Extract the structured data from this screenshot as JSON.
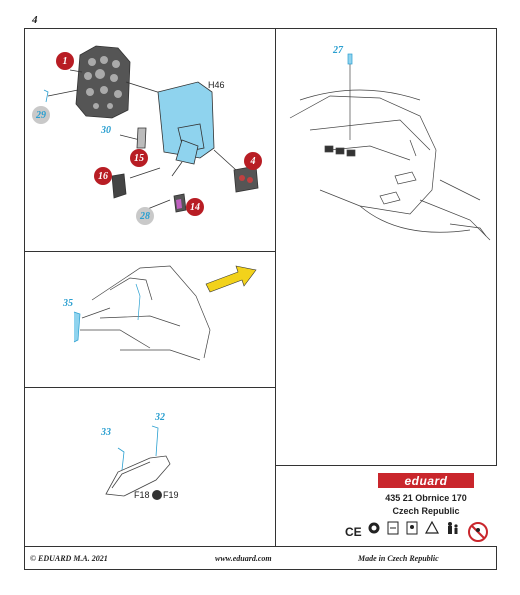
{
  "page": {
    "number": "4"
  },
  "callouts": {
    "c1": "1",
    "c29": "29",
    "c30": "30",
    "c15": "15",
    "c16": "16",
    "c28": "28",
    "c14": "14",
    "c4": "4",
    "c27": "27",
    "c35": "35",
    "c33": "33",
    "c32": "32"
  },
  "parts": {
    "h46": "H46",
    "f18": "F18",
    "f19": "F19"
  },
  "brand": {
    "logo": "eduard",
    "kit_line": "435 21 Obrnice 170",
    "country": "Czech Republic"
  },
  "footer": {
    "copyright": "© EDUARD M.A. 2021",
    "website": "www.eduard.com",
    "made_in": "Made in Czech Republic"
  },
  "colors": {
    "red_bubble": "#b81d24",
    "callout_blue": "#2a9fd0",
    "part_blue": "#8fd3ee",
    "arrow_yellow": "#f2d21b"
  },
  "icons": [
    "ce-mark-icon",
    "recycle-icon",
    "age-warning-icon",
    "fragile-icon",
    "recycle-triangle-icon",
    "family-icon",
    "no-children-icon"
  ]
}
